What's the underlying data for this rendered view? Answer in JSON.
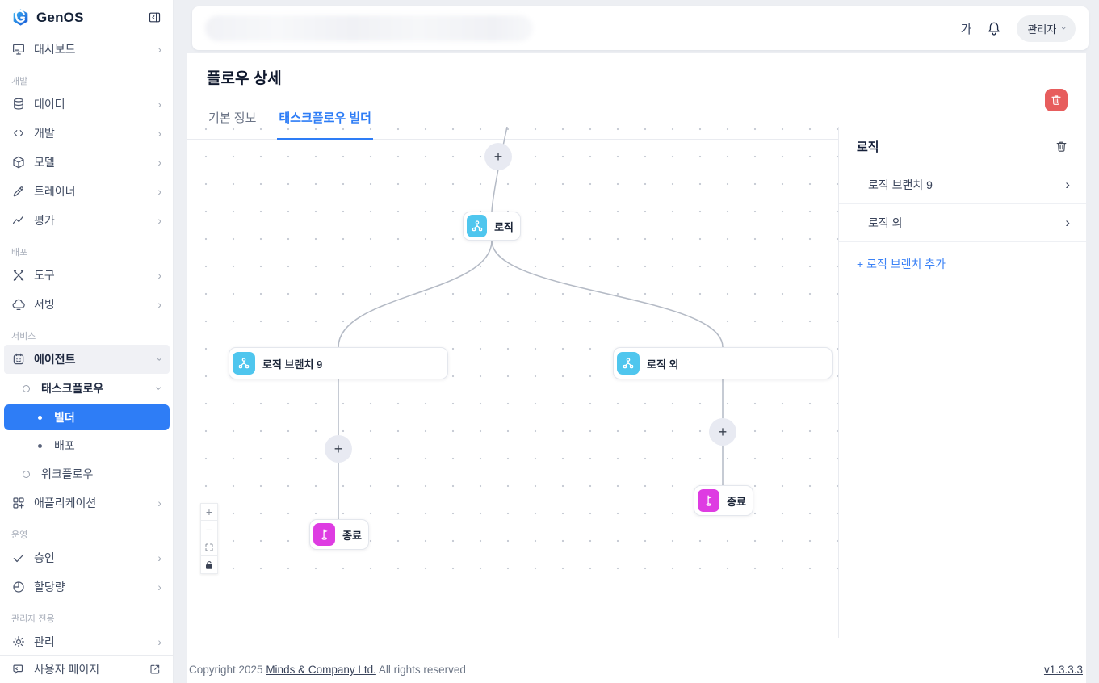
{
  "app": {
    "logo_text": "GenOS"
  },
  "sidebar": {
    "items": [
      {
        "label": "대시보드",
        "icon": "monitor-icon"
      },
      {
        "label": "개발"
      },
      {
        "label": "데이터",
        "icon": "database-icon"
      },
      {
        "label": "개발",
        "icon": "code-icon"
      },
      {
        "label": "모델",
        "icon": "cube-icon"
      },
      {
        "label": "트레이너",
        "icon": "pencil-icon"
      },
      {
        "label": "평가",
        "icon": "trend-icon"
      },
      {
        "label": "배포"
      },
      {
        "label": "도구",
        "icon": "tools-icon"
      },
      {
        "label": "서빙",
        "icon": "cloud-icon"
      },
      {
        "label": "서비스"
      },
      {
        "label": "에이전트",
        "icon": "agent-icon"
      },
      {
        "label": "태스크플로우"
      },
      {
        "label": "빌더"
      },
      {
        "label": "배포"
      },
      {
        "label": "워크플로우"
      },
      {
        "label": "애플리케이션",
        "icon": "apps-icon"
      },
      {
        "label": "운영"
      },
      {
        "label": "승인",
        "icon": "check-icon"
      },
      {
        "label": "할당량",
        "icon": "quota-icon"
      },
      {
        "label": "관리자 전용"
      },
      {
        "label": "관리",
        "icon": "gear-icon"
      }
    ],
    "bottom_item": {
      "label": "사용자 페이지"
    }
  },
  "header": {
    "lang_button": "가",
    "user_menu": "관리자"
  },
  "page": {
    "title": "플로우 상세",
    "tabs": [
      {
        "label": "기본 정보"
      },
      {
        "label": "태스크플로우 빌더"
      }
    ]
  },
  "canvas": {
    "plus_glyph": "+",
    "minus_glyph": "−",
    "nodes": [
      {
        "label": "로직",
        "type": "logic"
      },
      {
        "label": "로직 브랜치 9",
        "type": "logic"
      },
      {
        "label": "로직 외",
        "type": "logic"
      },
      {
        "label": "종료",
        "type": "end"
      },
      {
        "label": "종료",
        "type": "end"
      }
    ]
  },
  "panel": {
    "title": "로직",
    "items": [
      {
        "label": "로직 브랜치 9"
      },
      {
        "label": "로직 외"
      }
    ],
    "add_label": "+ 로직 브랜치 추가"
  },
  "footer": {
    "copyright_prefix": "Copyright 2025 ",
    "company": "Minds & Company Ltd.",
    "copyright_suffix": " All rights reserved",
    "version": "v1.3.3.3"
  },
  "colors": {
    "accent": "#2e7df6",
    "logic_node": "#4fc6ee",
    "end_node": "#de3ce2",
    "danger": "#e75d5d",
    "canvas_dot": "#c9cdd6"
  }
}
